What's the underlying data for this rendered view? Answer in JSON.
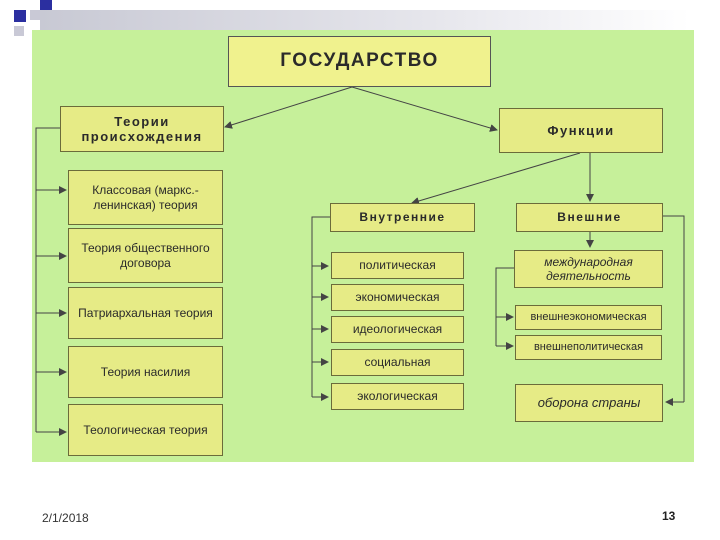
{
  "title": "ГОСУДАРСТВО",
  "theories": {
    "header": "Теории происхождения",
    "items": [
      "Классовая (маркс.-ленинская) теория",
      "Теория общественного договора",
      "Патриархальная теория",
      "Теория насилия",
      "Теологическая теория"
    ]
  },
  "functions": {
    "header": "Функции",
    "internal": {
      "header": "Внутренние",
      "items": [
        "политическая",
        "экономическая",
        "идеологическая",
        "социальная",
        "экологическая"
      ]
    },
    "external": {
      "header": "Внешние",
      "international": "международная деятельность",
      "sub_items": [
        "внешнеэкономическая",
        "внешнеполитическая"
      ],
      "defense": "оборона страны"
    }
  },
  "footer": {
    "date": "2/1/2018",
    "page": "13"
  },
  "colors": {
    "panel": "#c6f09a",
    "box": "#e6eb86",
    "title_box": "#f0f28e",
    "accent": "#2b2fa0"
  }
}
